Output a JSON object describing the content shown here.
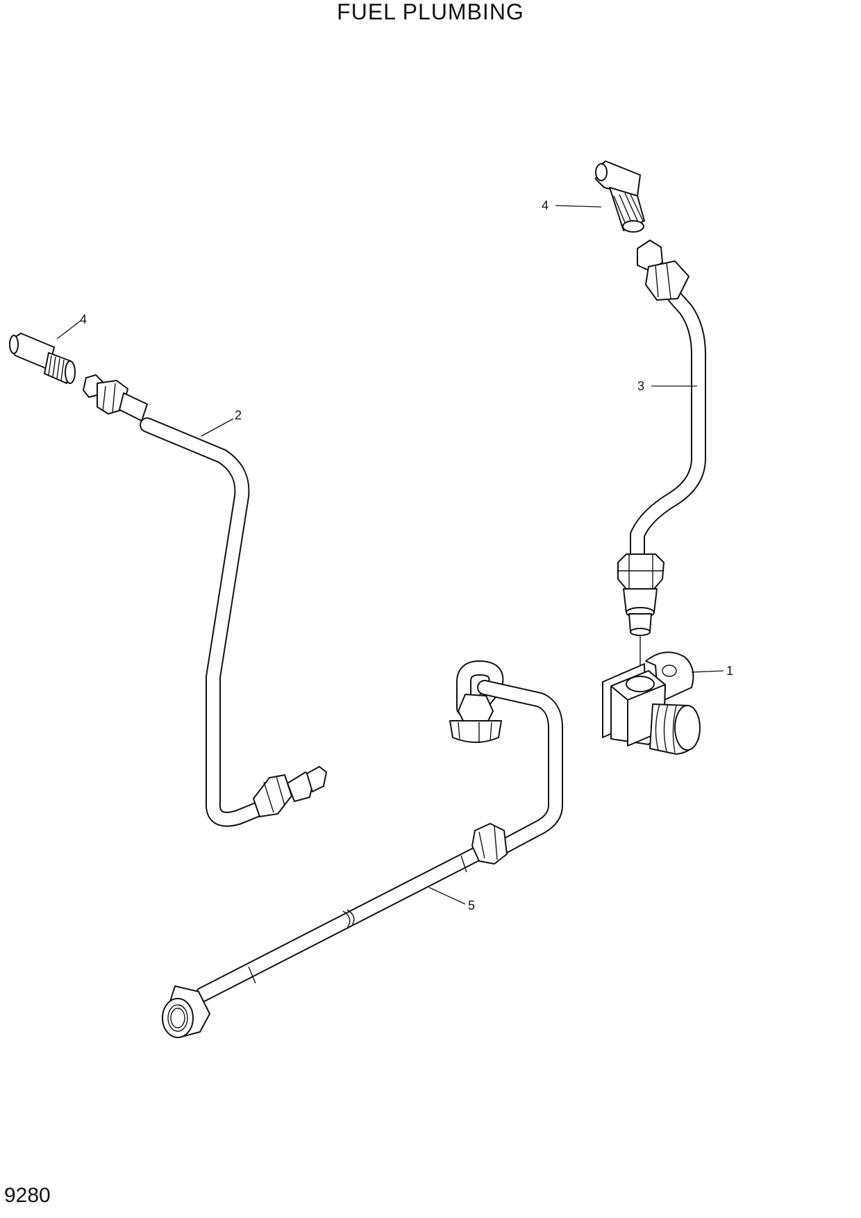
{
  "header": {
    "title": "FUEL PLUMBING"
  },
  "footer": {
    "page_number": "9280"
  },
  "callouts": {
    "c1": "1",
    "c2": "2",
    "c3": "3",
    "c4_top": "4",
    "c4_left": "4",
    "c5": "5"
  }
}
